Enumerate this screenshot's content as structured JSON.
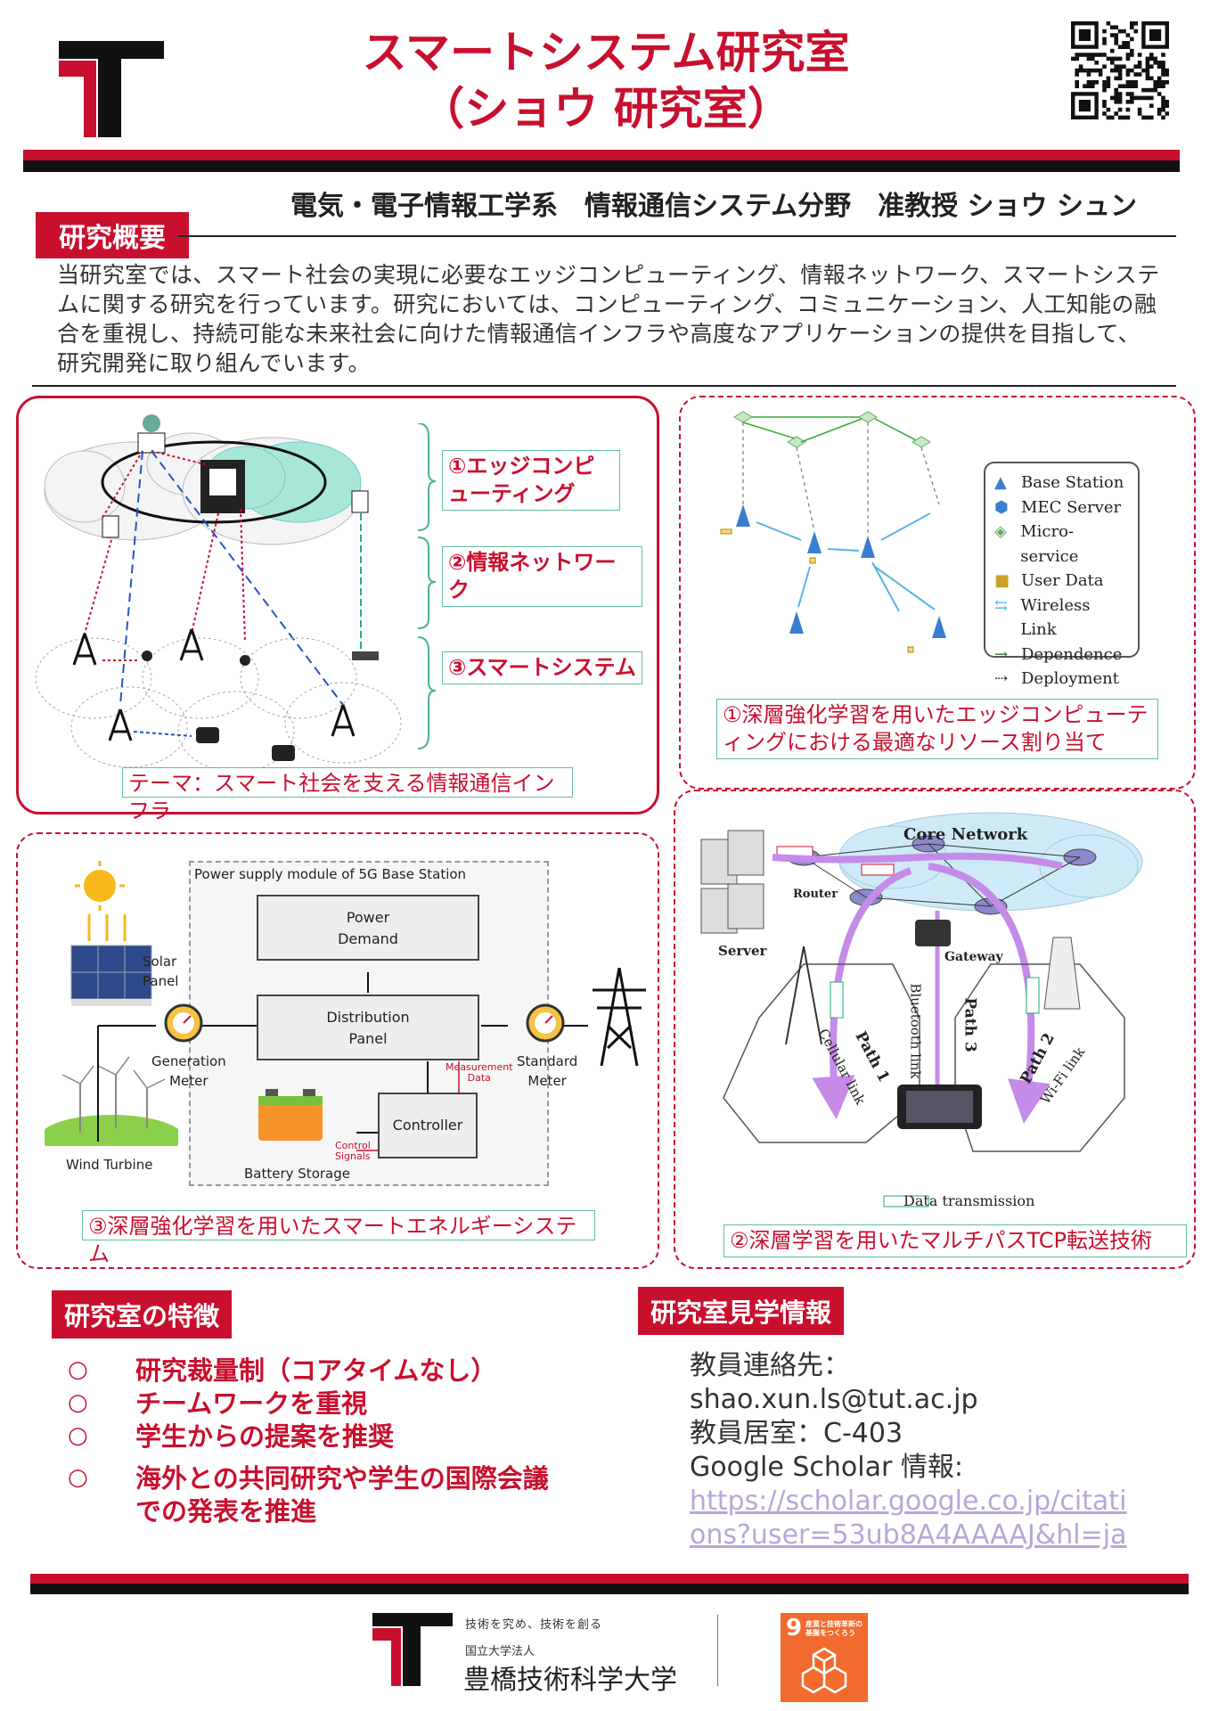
{
  "header": {
    "title_line1": "スマートシステム研究室",
    "title_line2": "（ショウ 研究室）",
    "affiliation": "電気・電子情報工学系　情報通信システム分野　准教授 ショウ シュン"
  },
  "overview": {
    "heading": "研究概要",
    "text": "当研究室では、スマート社会の実現に必要なエッジコンピューティング、情報ネットワーク、スマートシステムに関する研究を行っています。研究においては、コンピューティング、コミュニケーション、人工知能の融合を重視し、持続可能な未来社会に向けた情報通信インフラや高度なアプリケーションの提供を目指して、研究開発に取り組んでいます。"
  },
  "panels": {
    "theme": {
      "labels": [
        "①エッジコンピューティング",
        "②情報ネットワーク",
        "③スマートシステム"
      ],
      "caption": "テーマ：スマート社会を支える情報通信インフラ"
    },
    "edge": {
      "legend": [
        "Base Station",
        "MEC Server",
        "Micro-service",
        "User Data",
        "Wireless Link",
        "Dependence",
        "Deployment"
      ],
      "caption": "①深層強化学習を用いたエッジコンピューティングにおける最適なリソース割り当て"
    },
    "energy": {
      "module_title": "Power supply module of 5G Base Station",
      "power_demand": "Power\nDemand",
      "distribution": "Distribution\nPanel",
      "controller": "Controller",
      "solar": "Solar\nPanel",
      "generation_meter": "Generation\nMeter",
      "standard_meter": "Standard\nMeter",
      "wind": "Wind Turbine",
      "battery": "Battery Storage",
      "measurement": "Measurement\nData",
      "control": "Control\nSignals",
      "caption": "③深層強化学習を用いたスマートエネルギーシステム"
    },
    "mptcp": {
      "core": "Core Network",
      "router": "Router",
      "server": "Server",
      "gateway": "Gateway",
      "bluetooth": "Bluetooth link",
      "cellular": "Cellular link",
      "wifi": "Wi-Fi link",
      "path1": "Path 1",
      "path2": "Path 2",
      "path3": "Path 3",
      "data_tx": "Data transmission",
      "caption": "②深層学習を用いたマルチパスTCP転送技術"
    }
  },
  "features": {
    "heading": "研究室の特徴",
    "bullet": "○",
    "items": [
      "研究裁量制（コアタイムなし）",
      "チームワークを重視",
      "学生からの提案を推奨",
      "海外との共同研究や学生の国際会議\nでの発表を推進"
    ]
  },
  "visit": {
    "heading": "研究室見学情報",
    "contact_label": "教員連絡先：",
    "email": "shao.xun.ls@tut.ac.jp",
    "room": "教員居室：C-403",
    "scholar_label": "Google Scholar 情報:",
    "scholar_url": "https://scholar.google.co.jp/citations?user=53ub8A4AAAAJ&hl=ja"
  },
  "footer": {
    "tagline": "技術を究め、技術を創る",
    "corp": "国立大学法人",
    "university": "豊橋技術科学大学",
    "sdg_number": "9",
    "sdg_text": "産業と技術革新の\n基盤をつくろう"
  },
  "colors": {
    "accent": "#c8102e",
    "green": "#5fbf9a",
    "sdg9": "#f26a2e"
  }
}
